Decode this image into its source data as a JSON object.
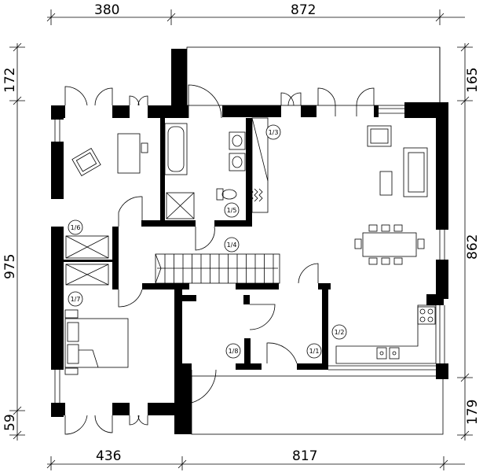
{
  "dimensions": {
    "top_left": "380",
    "top_right": "872",
    "bottom_left": "436",
    "bottom_right": "817",
    "left_top": "172",
    "left_main": "975",
    "left_bottom": "59",
    "right_top": "165",
    "right_main": "862",
    "right_bottom": "179"
  },
  "rooms": {
    "r1_1": "1/1",
    "r1_2": "1/2",
    "r1_3": "1/3",
    "r1_4": "1/4",
    "r1_5": "1/5",
    "r1_6": "1/6",
    "r1_7": "1/7",
    "r1_8": "1/8"
  }
}
